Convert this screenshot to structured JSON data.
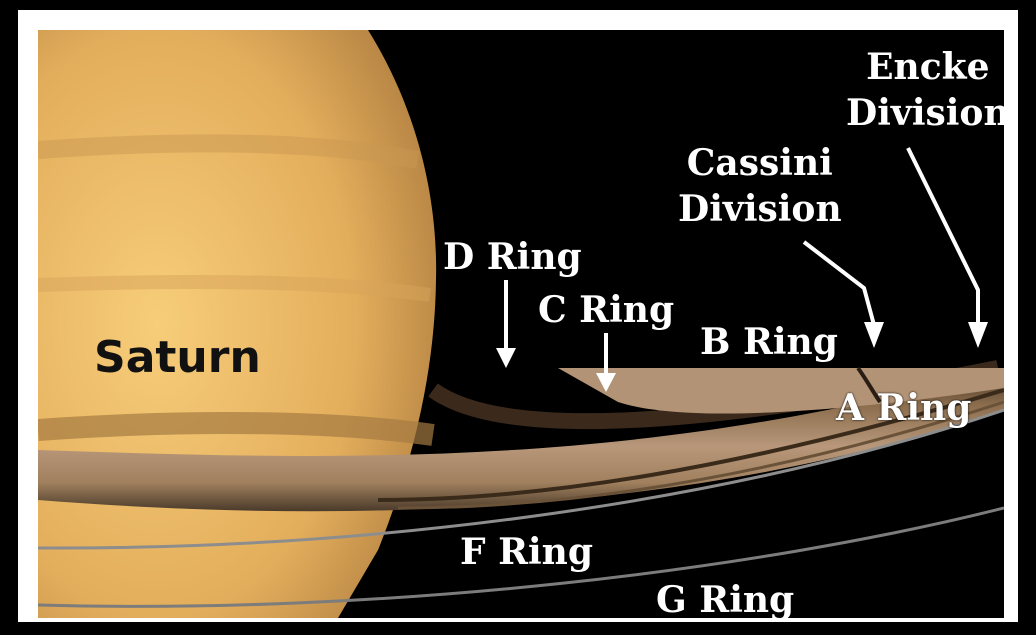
{
  "image": {
    "subject": "Saturn",
    "labels": {
      "saturn": "Saturn",
      "d_ring": "D Ring",
      "c_ring": "C Ring",
      "b_ring": "B Ring",
      "a_ring": "A Ring",
      "f_ring": "F Ring",
      "g_ring": "G Ring",
      "cassini_line1": "Cassini",
      "cassini_line2": "Division",
      "encke_line1": "Encke",
      "encke_line2": "Division"
    },
    "colors": {
      "planet": "#e8b866",
      "space": "#000000",
      "ring": "#a2825c",
      "label": "#ffffff"
    }
  }
}
